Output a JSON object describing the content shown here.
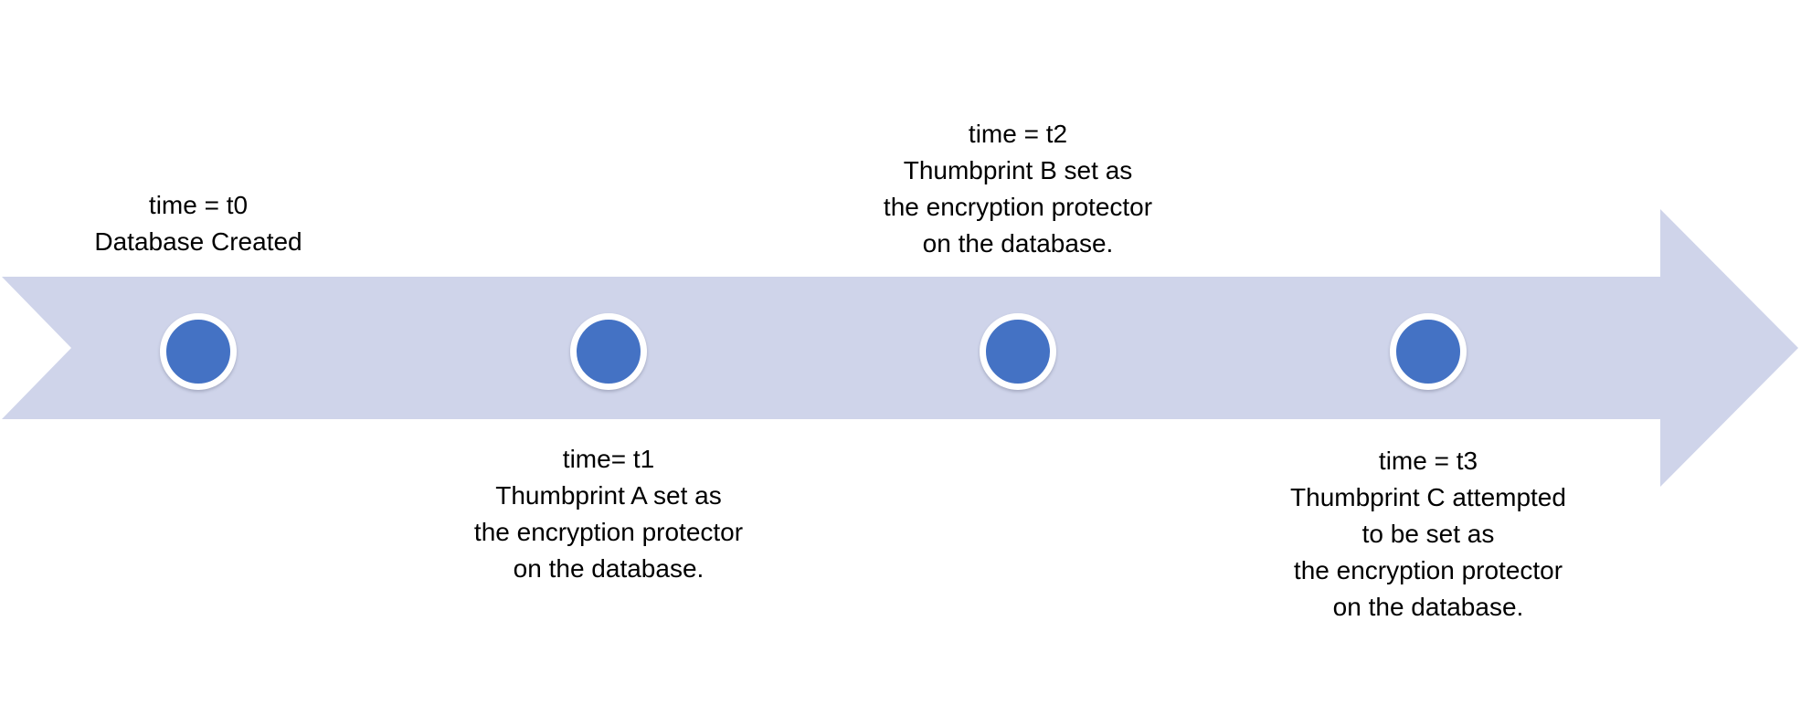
{
  "diagram": {
    "type": "timeline",
    "description": "Encryption protector timeline with four milestones on a right-pointing arrow",
    "colors": {
      "arrow_band": "#CFD4EA",
      "marker_fill": "#4472C4",
      "marker_ring": "#FFFFFF",
      "text": "#000000",
      "background": "#FFFFFF"
    },
    "events": [
      {
        "id": "t0",
        "position": "above",
        "label": "time = t0\nDatabase Created"
      },
      {
        "id": "t1",
        "position": "below",
        "label": "time= t1\nThumbprint A set as\nthe encryption protector\non the database."
      },
      {
        "id": "t2",
        "position": "above",
        "label": "time = t2\nThumbprint B set as\nthe encryption protector\non the database."
      },
      {
        "id": "t3",
        "position": "below",
        "label": "time = t3\nThumbprint C attempted\nto be set as\nthe encryption protector\non the database."
      }
    ]
  }
}
